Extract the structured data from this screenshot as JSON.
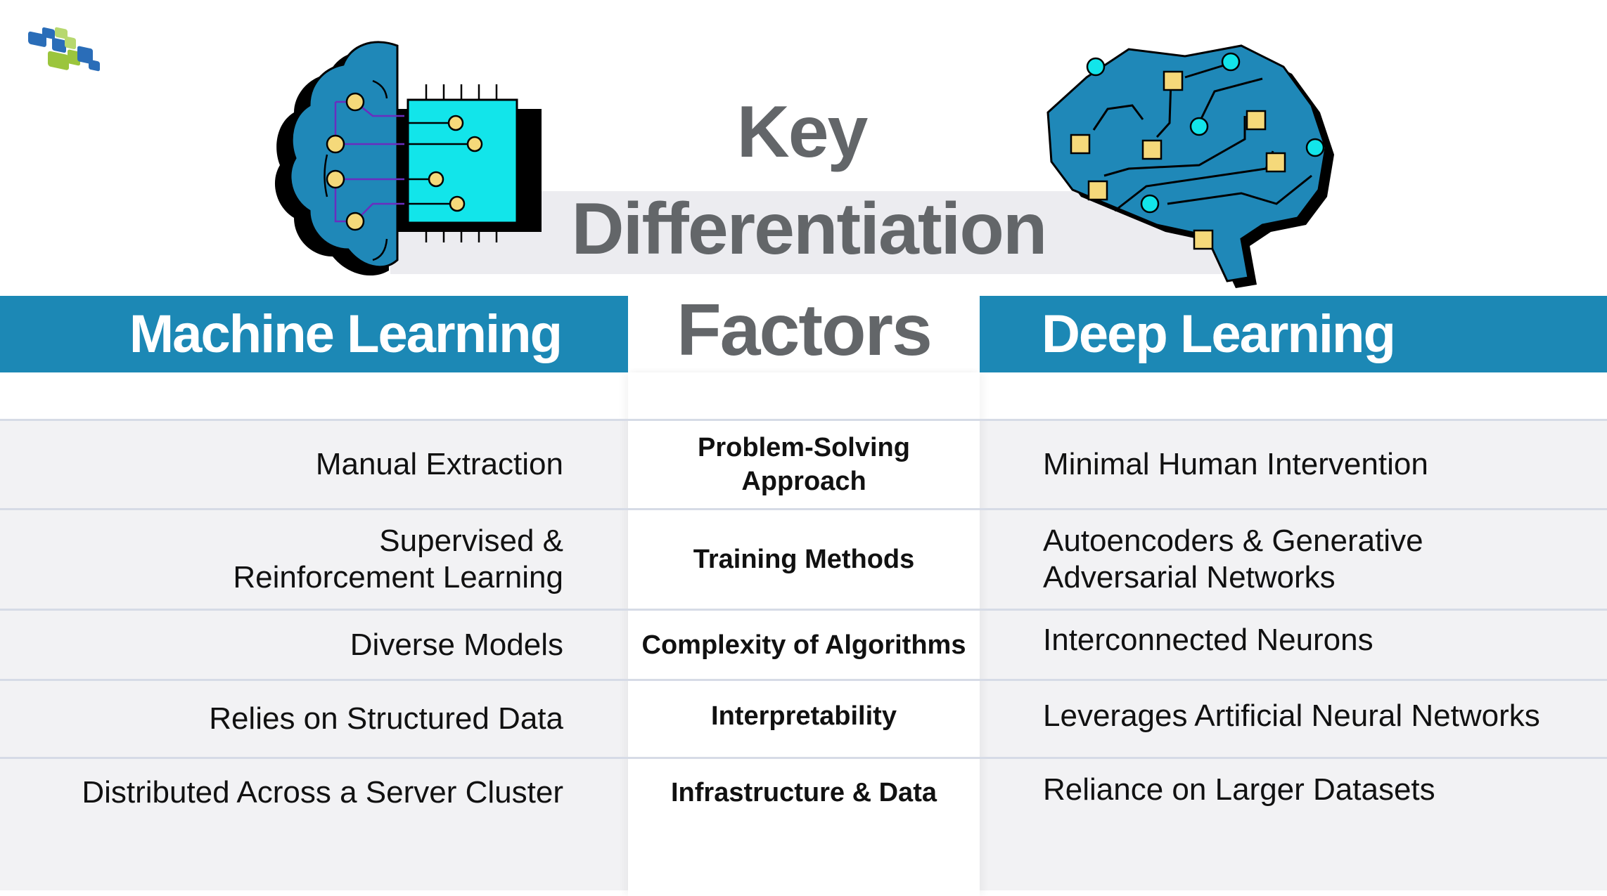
{
  "title": {
    "line1": "Key",
    "line2": "Differentiation",
    "line3": "Factors"
  },
  "headers": {
    "left": "Machine Learning",
    "right": "Deep Learning"
  },
  "colors": {
    "header_blue": "#1c88b5",
    "title_gray": "#636669",
    "row_bg": "#f2f2f4",
    "band_bg": "#ececf0",
    "brain_blue": "#1f88b8",
    "chip_cyan": "#12e5ea",
    "node_yellow": "#f5d97a",
    "logo_blue": "#2a6db8",
    "logo_green": "#9bc53d"
  },
  "icons": {
    "logo": "company-logo-icon",
    "left_illustration": "brain-chip-icon",
    "right_illustration": "brain-circuit-icon"
  },
  "rows": [
    {
      "factor": "Problem-Solving Approach",
      "factor_lines": [
        "Problem-Solving",
        "Approach"
      ],
      "ml": "Manual Extraction",
      "ml_lines": [
        "Manual Extraction"
      ],
      "dl": "Minimal Human Intervention",
      "dl_lines": [
        "Minimal Human Intervention"
      ]
    },
    {
      "factor": "Training Methods",
      "factor_lines": [
        "Training Methods"
      ],
      "ml": "Supervised & Reinforcement Learning",
      "ml_lines": [
        "Supervised &",
        "Reinforcement Learning"
      ],
      "dl": "Autoencoders & Generative Adversarial Networks",
      "dl_lines": [
        "Autoencoders & Generative",
        "Adversarial Networks"
      ]
    },
    {
      "factor": "Complexity of Algorithms",
      "factor_lines": [
        "Complexity of Algorithms"
      ],
      "ml": "Diverse Models",
      "ml_lines": [
        "Diverse Models"
      ],
      "dl": "Interconnected Neurons",
      "dl_lines": [
        "Interconnected Neurons"
      ]
    },
    {
      "factor": "Interpretability",
      "factor_lines": [
        "Interpretability"
      ],
      "ml": "Relies on Structured Data",
      "ml_lines": [
        "Relies on Structured Data"
      ],
      "dl": "Leverages Artificial Neural Networks",
      "dl_lines": [
        "Leverages Artificial Neural Networks"
      ]
    },
    {
      "factor": "Infrastructure & Data",
      "factor_lines": [
        "Infrastructure & Data"
      ],
      "ml": "Distributed Across a Server Cluster",
      "ml_lines": [
        "Distributed Across a Server Cluster"
      ],
      "dl": "Reliance on Larger Datasets",
      "dl_lines": [
        "Reliance on Larger Datasets"
      ]
    }
  ]
}
